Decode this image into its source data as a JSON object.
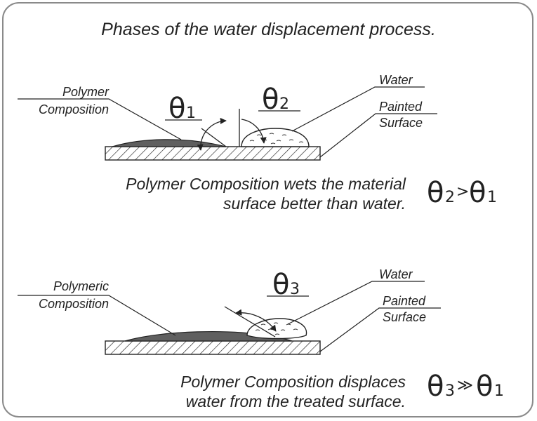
{
  "title": "Phases of the water displacement process.",
  "panel1": {
    "label_polymer_line1": "Polymer",
    "label_polymer_line2": "Composition",
    "label_water": "Water",
    "label_surface_line1": "Painted",
    "label_surface_line2": "Surface",
    "theta_a_symbol": "θ",
    "theta_a_sub": "1",
    "theta_b_symbol": "θ",
    "theta_b_sub": "2",
    "caption_line1": "Polymer Composition wets the material",
    "caption_line2": "surface better than water.",
    "relation": {
      "left_symbol": "θ",
      "left_sub": "2",
      "operator": ">",
      "right_symbol": "θ",
      "right_sub": "1"
    }
  },
  "panel2": {
    "label_polymer_line1": "Polymeric",
    "label_polymer_line2": "Composition",
    "label_water": "Water",
    "label_surface_line1": "Painted",
    "label_surface_line2": "Surface",
    "theta_symbol": "θ",
    "theta_sub": "3",
    "caption_line1": "Polymer Composition displaces",
    "caption_line2": "water from the treated surface.",
    "relation": {
      "left_symbol": "θ",
      "left_sub": "3",
      "operator": "≫",
      "right_symbol": "θ",
      "right_sub": "1"
    }
  },
  "colors": {
    "ink": "#222222",
    "polymer_fill": "#5f5f5f",
    "frame": "#8a8a8a"
  }
}
